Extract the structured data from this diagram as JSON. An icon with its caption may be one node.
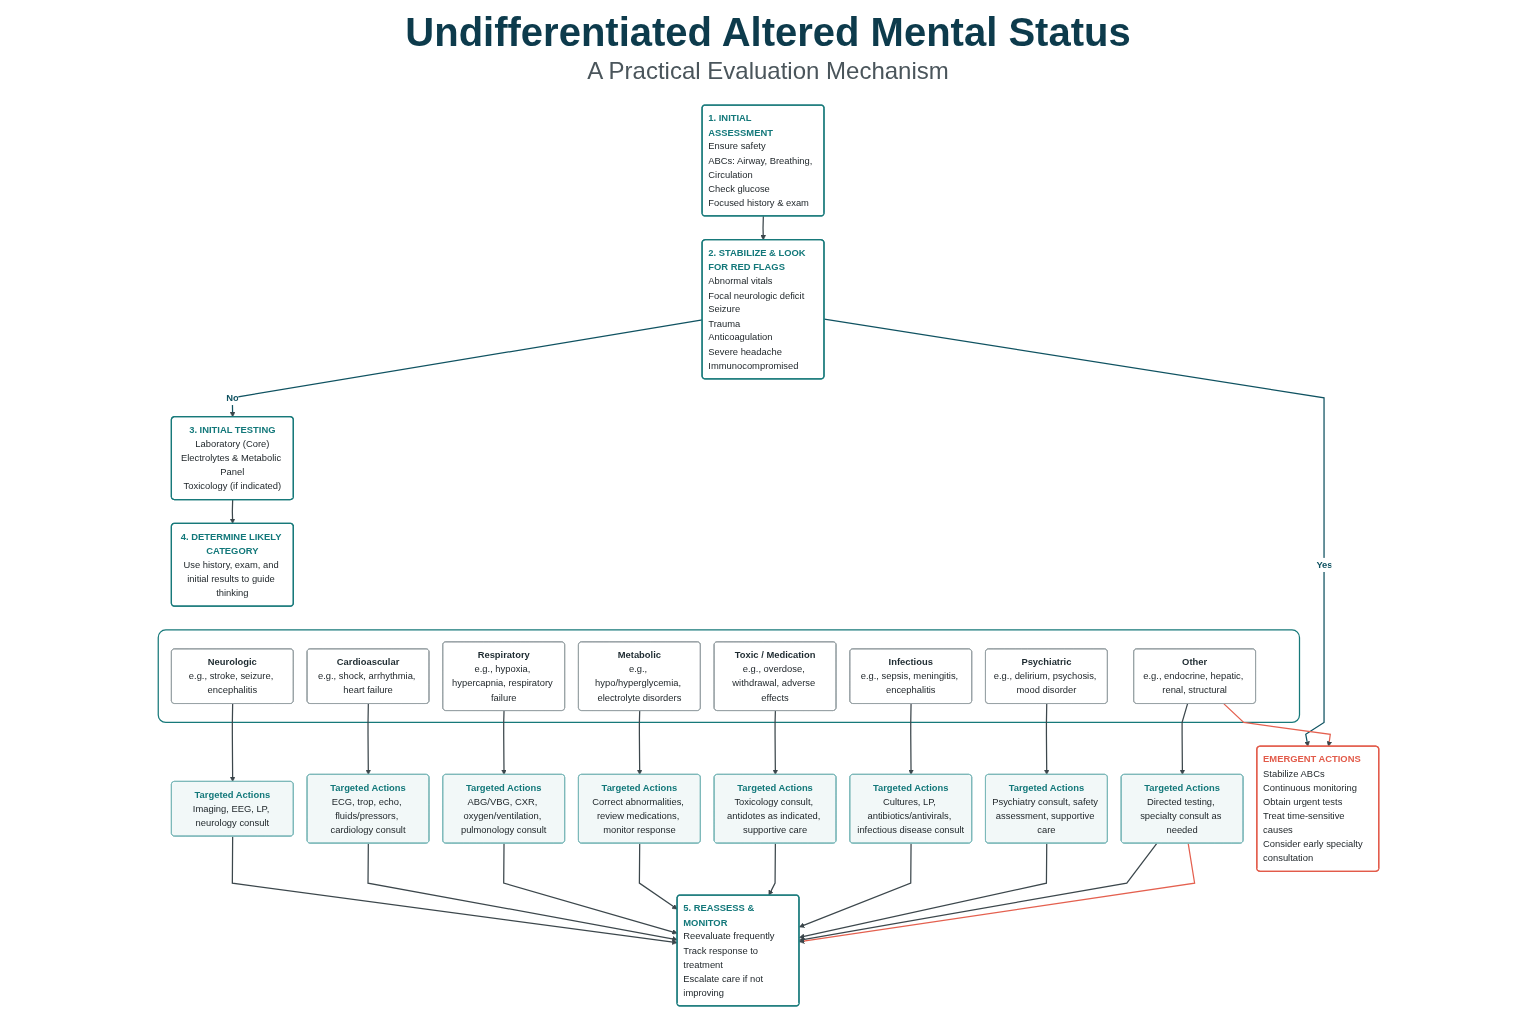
{
  "diagram": {
    "title": "Undifferentiated Altered Mental Status",
    "labels": [
      "A Practical Evaluation Mechanism"
    ],
    "nodes": [
      {
        "text": [
          "1. INITIAL ASSESSMENT",
          "Ensure safety",
          "ABCs: Airway, Breathing, Circulation",
          "Check glucose",
          "Focused history & exam"
        ]
      },
      {
        "text": [
          "2. STABILIZE & LOOK FOR RED FLAGS",
          "Abnormal vitals",
          "Focal neurologic deficit",
          "Seizure",
          "Trauma",
          "Anticoagulation",
          "Severe headache",
          "Immunocompromised"
        ]
      },
      {
        "text": [
          "EMERGENT ACTIONS",
          "Stabilize ABCs",
          "Continuous monitoring",
          "Obtain urgent tests",
          "Treat time-sensitive causes",
          "Consider early specialty consultation"
        ]
      },
      {
        "text": [
          "3. INITIAL TESTING",
          "Laboratory (Core)",
          "Electrolytes & Metabolic Panel",
          "Toxicology (if indicated)"
        ]
      },
      {
        "text": [
          "4. DETERMINE LIKELY CATEGORY",
          "Use history, exam, and initial results to guide thinking"
        ]
      },
      {
        "text": [],
        "shape": "box"
      },
      {
        "text": [
          "Neurologic",
          "e.g., stroke, seizure, encephalitis"
        ],
        "in": 5
      },
      {
        "text": [
          "Cardioascular",
          "e.g., shock, arrhythmia, heart failure"
        ],
        "in": 5
      },
      {
        "text": [
          "Respiratory",
          "e.g., hypoxia, hypercapnia, respiratory failure"
        ],
        "in": 5
      },
      {
        "text": [
          "Metabolic",
          "e.g., hypo/hyperglycemia, electrolyte disorders"
        ],
        "in": 5
      },
      {
        "text": [
          "Toxic / Medication",
          "e.g., overdose, withdrawal, adverse effects"
        ],
        "in": 5
      },
      {
        "text": [
          "Infectious",
          "e.g., sepsis, meningitis, encephalitis"
        ],
        "in": 5
      },
      {
        "text": [
          "Psychiatric",
          "e.g., delirium, psychosis, mood disorder"
        ],
        "in": 5
      },
      {
        "text": [
          "Other",
          "e.g., endocrine, hepatic, renal, structural"
        ],
        "in": 5
      },
      {
        "text": [
          "Targeted Actions",
          "Imaging, EEG, LP, neurology consult"
        ]
      },
      {
        "text": [
          "Targeted Actions",
          "ECG, trop, echo, fluids/pressors, cardiology consult"
        ]
      },
      {
        "text": [
          "Targeted Actions",
          "ABG/VBG, CXR, oxygen/ventilation, pulmonology consult"
        ]
      },
      {
        "text": [
          "Targeted Actions",
          "Correct abnormalities, review medications, monitor response"
        ]
      },
      {
        "text": [
          "Targeted Actions",
          "Toxicology consult, antidotes as indicated, supportive care"
        ]
      },
      {
        "text": [
          "Targeted Actions",
          "Cultures, LP, antibiotics/antivirals, infectious disease consult"
        ]
      },
      {
        "text": [
          "Targeted Actions",
          "Psychiatry consult, safety assessment, supportive care"
        ]
      },
      {
        "text": [
          "Targeted Actions",
          "Directed testing, specialty consult as needed"
        ]
      },
      {
        "text": [
          "5. REASSESS & MONITOR",
          "Reevaluate frequently",
          "Track response to treatment",
          "Escalate care if not improving"
        ]
      }
    ],
    "edges": [
      {
        "from": 0,
        "to": 1,
        "arrow": "to"
      },
      {
        "from": 1,
        "to": 2,
        "arrow": "to",
        "label": "Yes",
        "color": "#0f5261"
      },
      {
        "from": 1,
        "to": 3,
        "arrow": "to",
        "label": "No",
        "color": "#0f5261"
      },
      {
        "from": 3,
        "to": 4,
        "arrow": "to"
      },
      {
        "from": 6,
        "to": 14,
        "arrow": "to"
      },
      {
        "from": 7,
        "to": 15,
        "arrow": "to"
      },
      {
        "from": 8,
        "to": 16,
        "arrow": "to"
      },
      {
        "from": 9,
        "to": 17,
        "arrow": "to"
      },
      {
        "from": 10,
        "to": 18,
        "arrow": "to"
      },
      {
        "from": 11,
        "to": 19,
        "arrow": "to"
      },
      {
        "from": 12,
        "to": 20,
        "arrow": "to"
      },
      {
        "from": 13,
        "to": 21,
        "arrow": "to"
      },
      {
        "from": 14,
        "to": 22,
        "arrow": "to"
      },
      {
        "from": 15,
        "to": 22,
        "arrow": "to"
      },
      {
        "from": 16,
        "to": 22,
        "arrow": "to"
      },
      {
        "from": 17,
        "to": 22,
        "arrow": "to"
      },
      {
        "from": 18,
        "to": 22,
        "arrow": "to"
      },
      {
        "from": 19,
        "to": 22,
        "arrow": "to"
      },
      {
        "from": 20,
        "to": 22,
        "arrow": "to"
      },
      {
        "from": 21,
        "to": 22,
        "arrow": "to"
      },
      {
        "from": 13,
        "to": 2,
        "arrow": "to",
        "color": "#e4604f"
      },
      {
        "from": 21,
        "to": 22,
        "arrow": "to",
        "color": "#e4604f"
      }
    ]
  }
}
